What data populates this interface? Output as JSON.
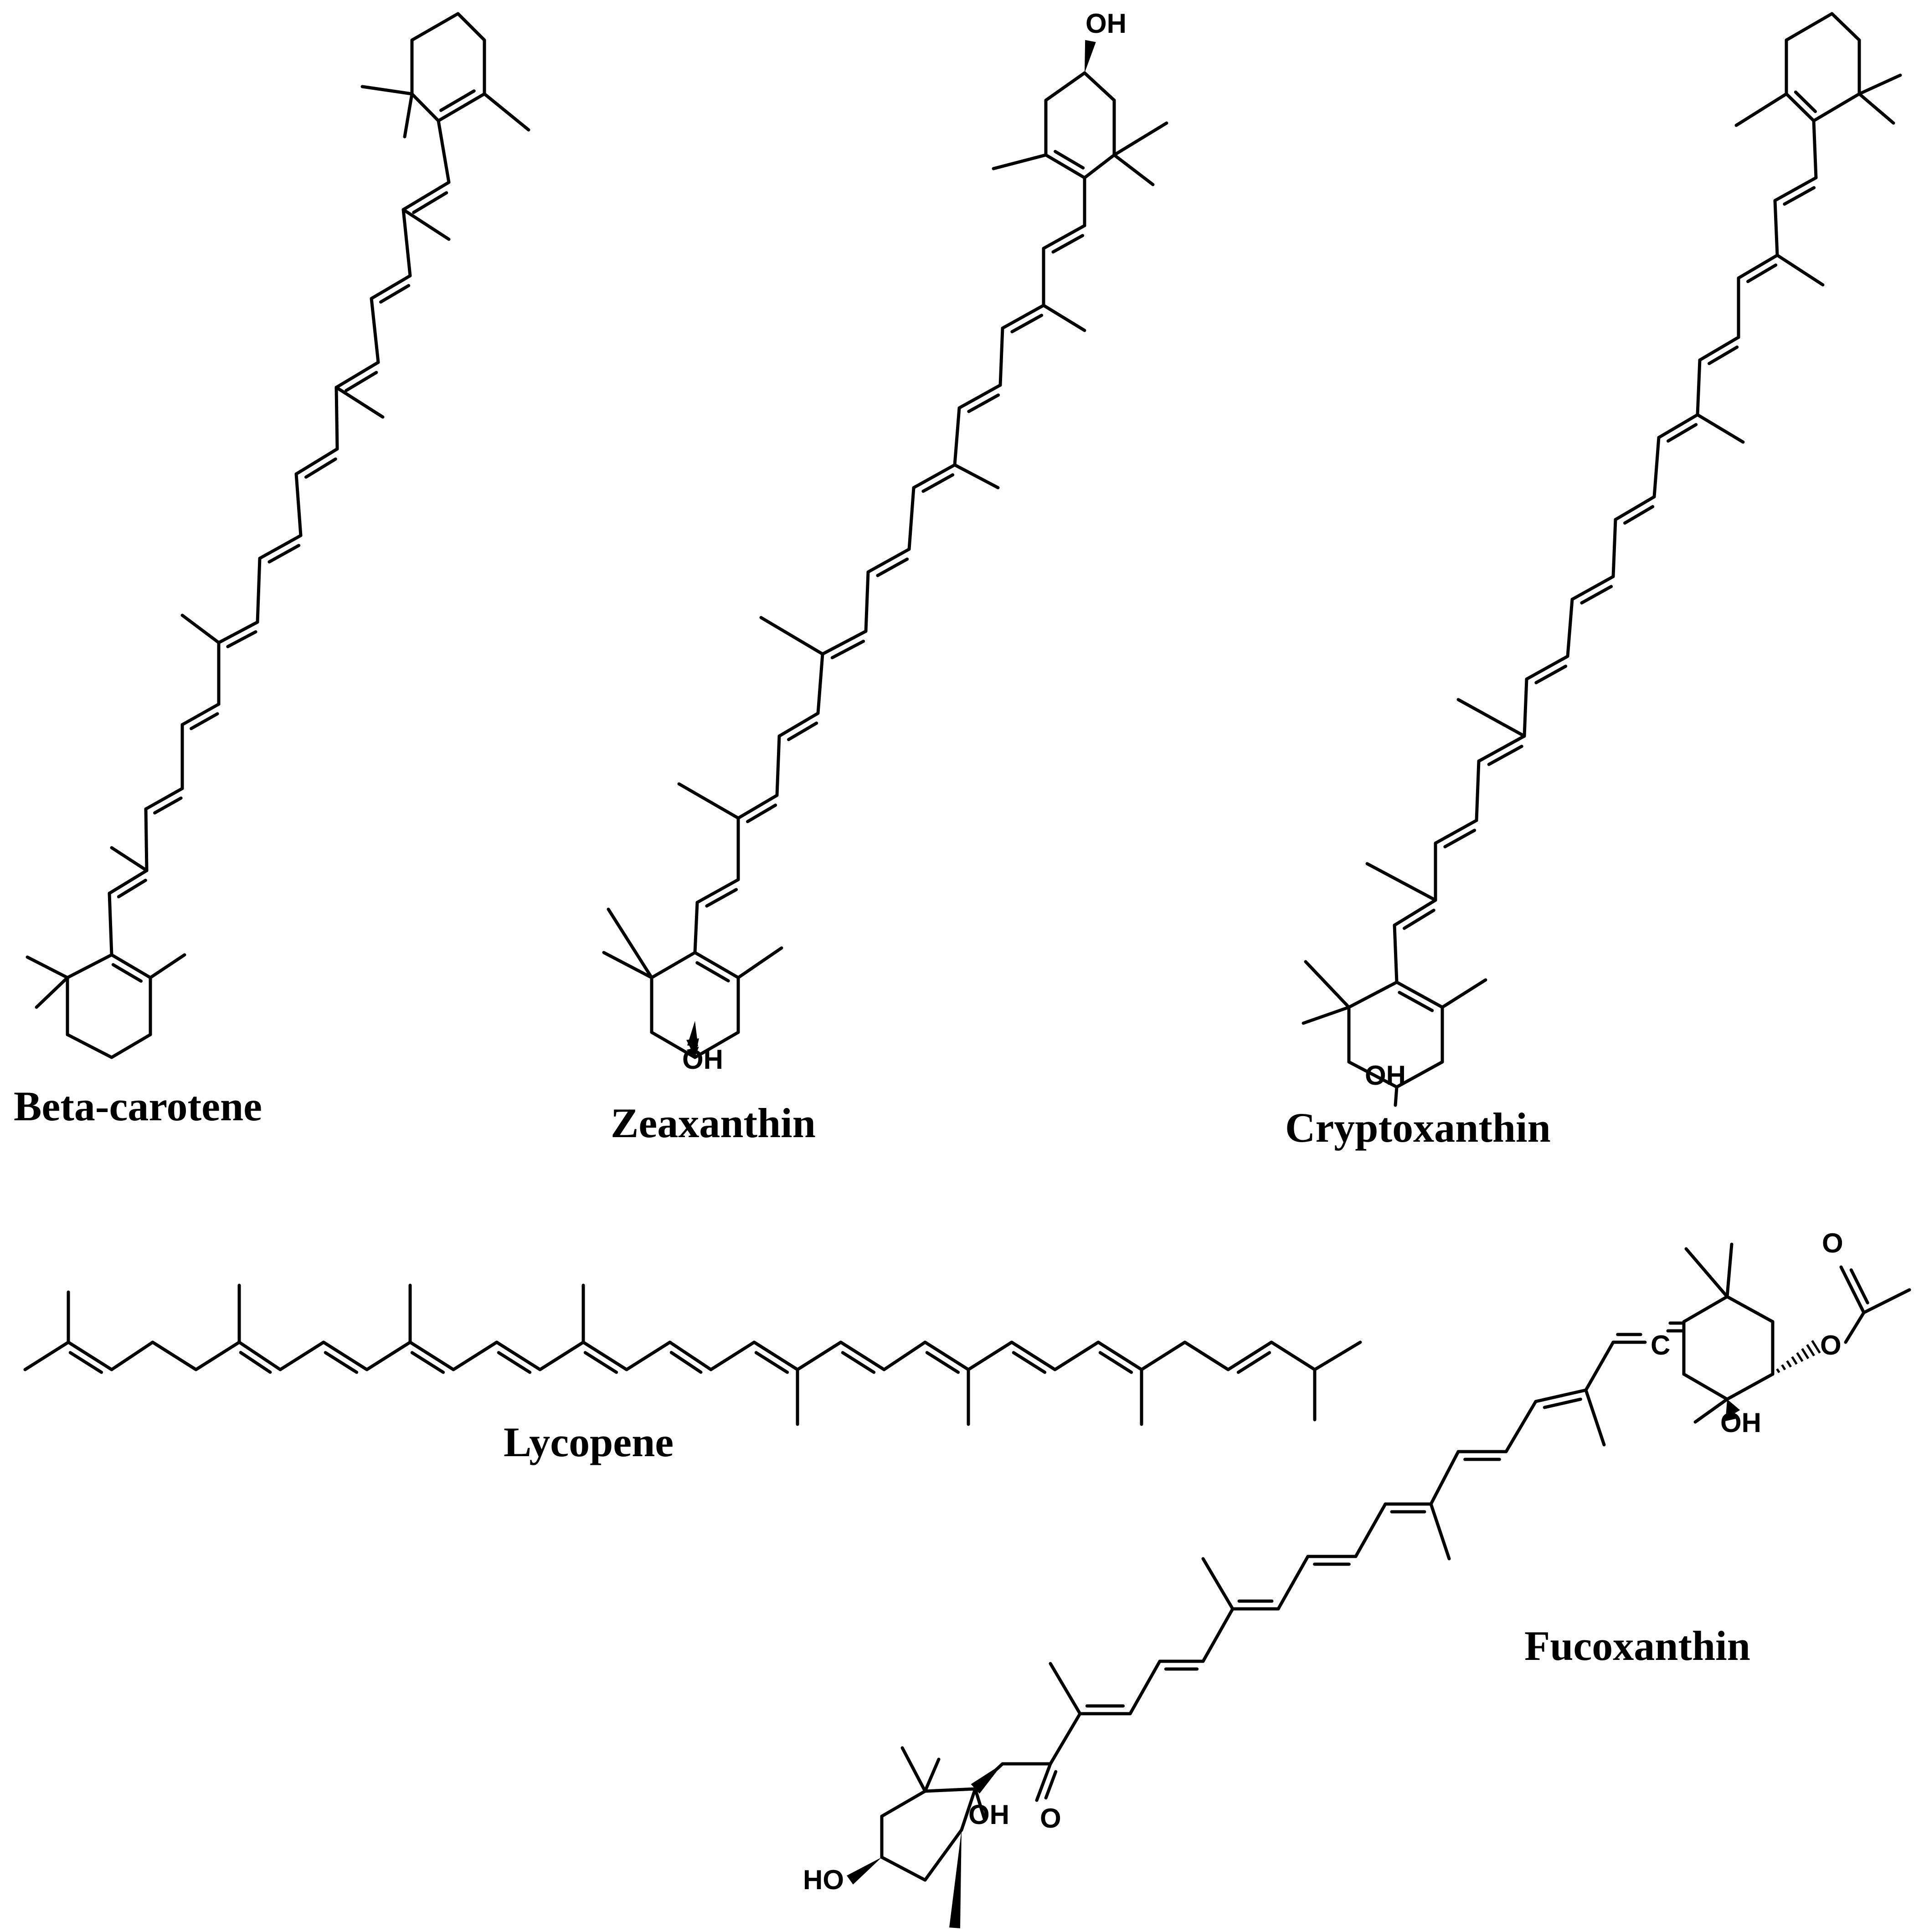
{
  "molecules": [
    {
      "id": "beta-carotene",
      "label": "Beta-carotene"
    },
    {
      "id": "zeaxanthin",
      "label": "Zeaxanthin"
    },
    {
      "id": "cryptoxanthin",
      "label": "Cryptoxanthin"
    },
    {
      "id": "lycopene",
      "label": "Lycopene"
    },
    {
      "id": "fucoxanthin",
      "label": "Fucoxanthin"
    }
  ],
  "atom_labels": {
    "hydroxyl": "OH",
    "hydroxyl_left": "HO",
    "oxygen": "O",
    "carbon": "C"
  }
}
